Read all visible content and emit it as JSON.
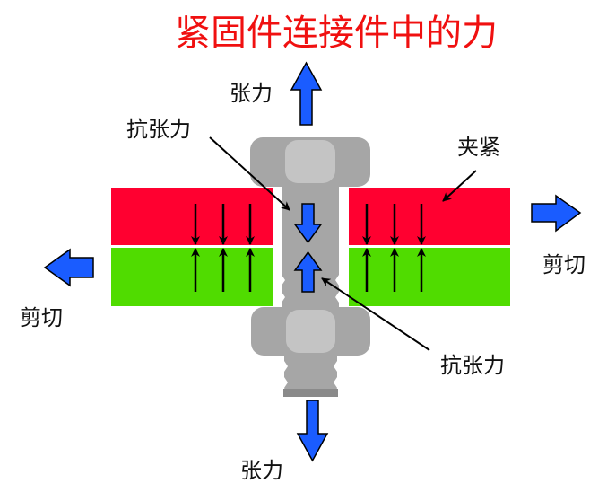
{
  "title": "紧固件连接件中的力",
  "labels": {
    "tension_top": "张力",
    "tension_bottom": "张力",
    "resist_tension_top": "抗张力",
    "resist_tension_bottom": "抗张力",
    "clamping": "夹紧",
    "shear_right": "剪切",
    "shear_left": "剪切"
  },
  "colors": {
    "title": "#f01010",
    "upper_plate": "#ff0030",
    "lower_plate": "#50dc00",
    "force_arrow": "#1a5cff",
    "bolt_gray": "#a6a6a6",
    "bolt_light": "#c4c4c4"
  },
  "icons": {
    "tension_arrow": "arrow-up",
    "shear_arrow": "arrow-right",
    "clamp_arrows": "converging-arrows"
  }
}
